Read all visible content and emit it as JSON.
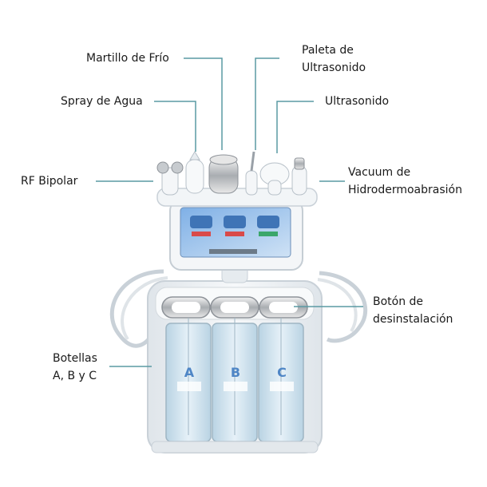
{
  "labels": {
    "martillo": "Martillo de Frío",
    "paleta_1": "Paleta de",
    "paleta_2": "Ultrasonido",
    "spray": "Spray de Agua",
    "ultrasonido": "Ultrasonido",
    "rf": "RF Bipolar",
    "vacuum_1": "Vacuum de",
    "vacuum_2": "Hidrodermoabrasión",
    "boton_1": "Botón de",
    "boton_2": "desinstalación",
    "botellas_1": "Botellas",
    "botellas_2": "A, B y C"
  },
  "bottle_letters": [
    "A",
    "B",
    "C"
  ],
  "colors": {
    "leader_line": "#5a9aa3",
    "device_body": "#eef1f4",
    "device_edge": "#c9d1d8",
    "bottle_fluid": "#cfe6f2",
    "screen": "#5b8fd3"
  }
}
